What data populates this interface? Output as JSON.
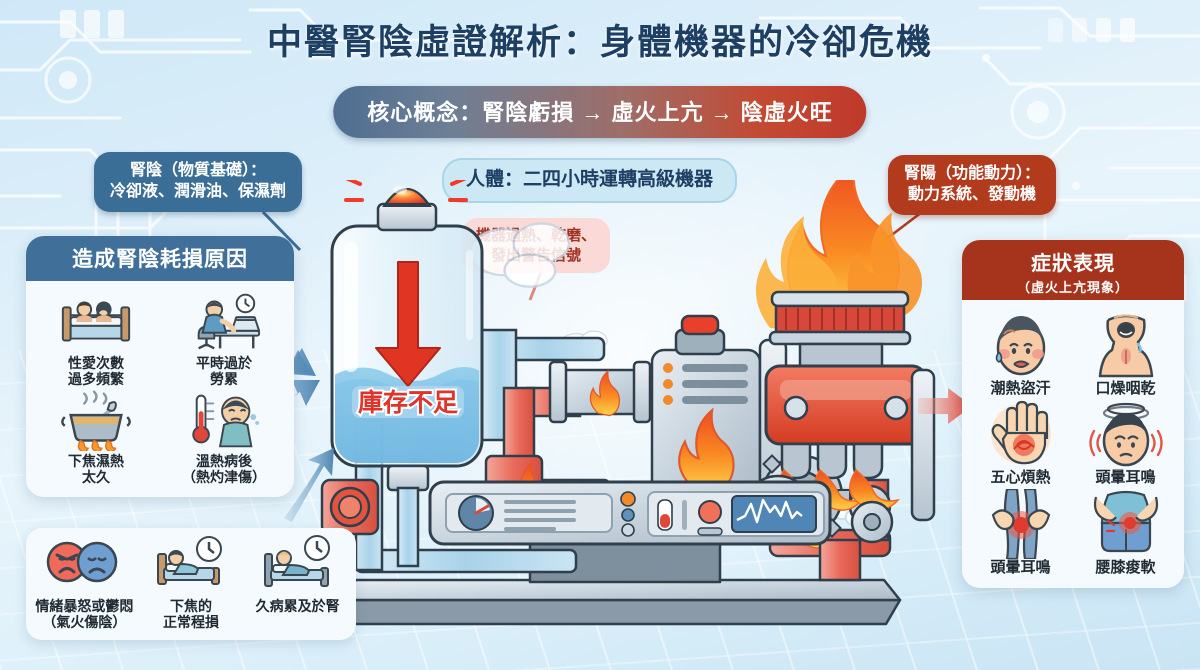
{
  "title": "中醫腎陰虛證解析：身體機器的冷卻危機",
  "concept": {
    "label": "核心概念：腎陰虧損 → 虛火上亢 → 陰虛火旺"
  },
  "callouts": {
    "yin": {
      "line1": "腎陰（物質基礎）：",
      "line2": "冷卻液、潤滑油、保濕劑"
    },
    "yang": {
      "line1": "腎陽（功能動力）：",
      "line2": "動力系統、發動機"
    },
    "body": {
      "label": "人體：二四小時運轉高級機器"
    },
    "overheat": {
      "line1": "機器過熱、乾磨、",
      "line2": "發出警告信號"
    }
  },
  "machine": {
    "tank_label": "庫存不足",
    "warning_light": "rotating-beacon",
    "coolant_color": "#6fb6e2",
    "fire_color": "#f6821f"
  },
  "panels": {
    "causes": {
      "title": "造成腎陰耗損原因",
      "accent": "#40709a",
      "items": [
        {
          "icon": "couple-in-bed-icon",
          "caption": "性愛次數\n過多頻繁"
        },
        {
          "icon": "overworked-desk-icon",
          "caption": "平時過於\n勞累"
        },
        {
          "icon": "boiling-pot-icon",
          "caption": "下焦濕熱\n太久"
        },
        {
          "icon": "fever-thermometer-icon",
          "caption": "溫熱病後\n（熱灼津傷）"
        },
        {
          "icon": "angry-sad-faces-icon",
          "caption": "情緒暴怒或鬱悶\n（氣火傷陰）"
        },
        {
          "icon": "sleeping-clock-icon",
          "caption": "下焦的\n正常程損"
        },
        {
          "icon": "long-illness-bed-icon",
          "caption": "久病累及於腎"
        }
      ]
    },
    "symptoms": {
      "title": "症狀表現",
      "subtitle": "（虛火上亢現象）",
      "accent": "#a6341c",
      "items": [
        {
          "icon": "flushed-face-sweat-icon",
          "caption": "潮熱盜汗"
        },
        {
          "icon": "dry-throat-icon",
          "caption": "口燥咽乾"
        },
        {
          "icon": "hot-palm-icon",
          "caption": "五心煩熱"
        },
        {
          "icon": "dizzy-tinnitus-icon",
          "caption": "頭暈耳鳴"
        },
        {
          "icon": "knee-pain-icon",
          "caption": "頭暈耳鳴"
        },
        {
          "icon": "lower-back-pain-icon",
          "caption": "腰膝痠軟"
        }
      ]
    }
  },
  "colors": {
    "background_top": "#cfe8f7",
    "background_bottom": "#c9e4f4",
    "title_text": "#1d3f63",
    "blue_accent": "#3b6e96",
    "red_accent": "#b23b1e",
    "arrow_blue": "#5f93bd",
    "arrow_red": "#e03b2e"
  }
}
